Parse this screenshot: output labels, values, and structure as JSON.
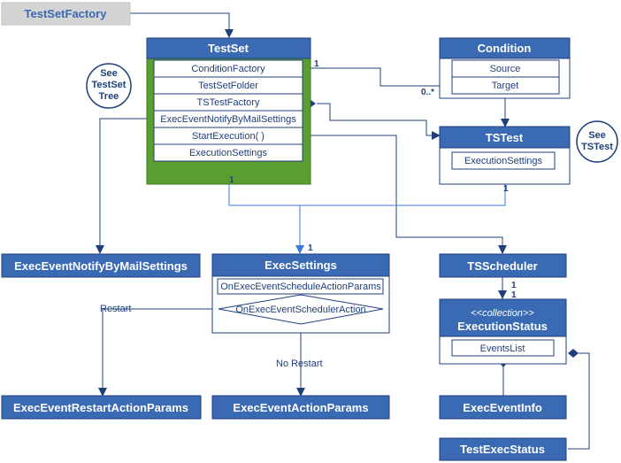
{
  "factory": {
    "label": "TestSetFactory"
  },
  "testset": {
    "title": "TestSet",
    "rows": [
      "ConditionFactory",
      "TestSetFolder",
      "TSTestFactory",
      "ExecEventNotifyByMailSettings",
      "StartExecution( )",
      "ExecutionSettings"
    ]
  },
  "condition": {
    "title": "Condition",
    "rows": [
      "Source",
      "Target"
    ]
  },
  "tstest": {
    "title": "TSTest",
    "rows": [
      "ExecutionSettings"
    ]
  },
  "see_testset_tree": {
    "line1": "See",
    "line2": "TestSet",
    "line3": "Tree"
  },
  "see_tstest": {
    "line1": "See",
    "line2": "TSTest"
  },
  "notify_box": {
    "title": "ExecEventNotifyByMailSettings"
  },
  "execsettings": {
    "title": "ExecSettings",
    "row": "OnExecEventScheduleActionParams",
    "decision": "OnExecEventSchedulerAction"
  },
  "tsscheduler": {
    "title": "TSScheduler"
  },
  "executionstatus": {
    "stereotype": "<<collection>>",
    "title": "ExecutionStatus",
    "row": "EventsList"
  },
  "restart_box": {
    "title": "ExecEventRestartActionParams"
  },
  "action_box": {
    "title": "ExecEventActionParams"
  },
  "eventinfo_box": {
    "title": "ExecEventInfo"
  },
  "testexecstatus_box": {
    "title": "TestExecStatus"
  },
  "labels": {
    "restart": "Restart",
    "no_restart": "No Restart",
    "mult_one_cf": "1",
    "mult_many_target": "0..*",
    "mult_one_testset_bottom": "1",
    "mult_one_tstest_bottom": "1",
    "mult_one_execsettings": "1",
    "mult_one_sched_a": "1",
    "mult_one_sched_b": "1"
  }
}
